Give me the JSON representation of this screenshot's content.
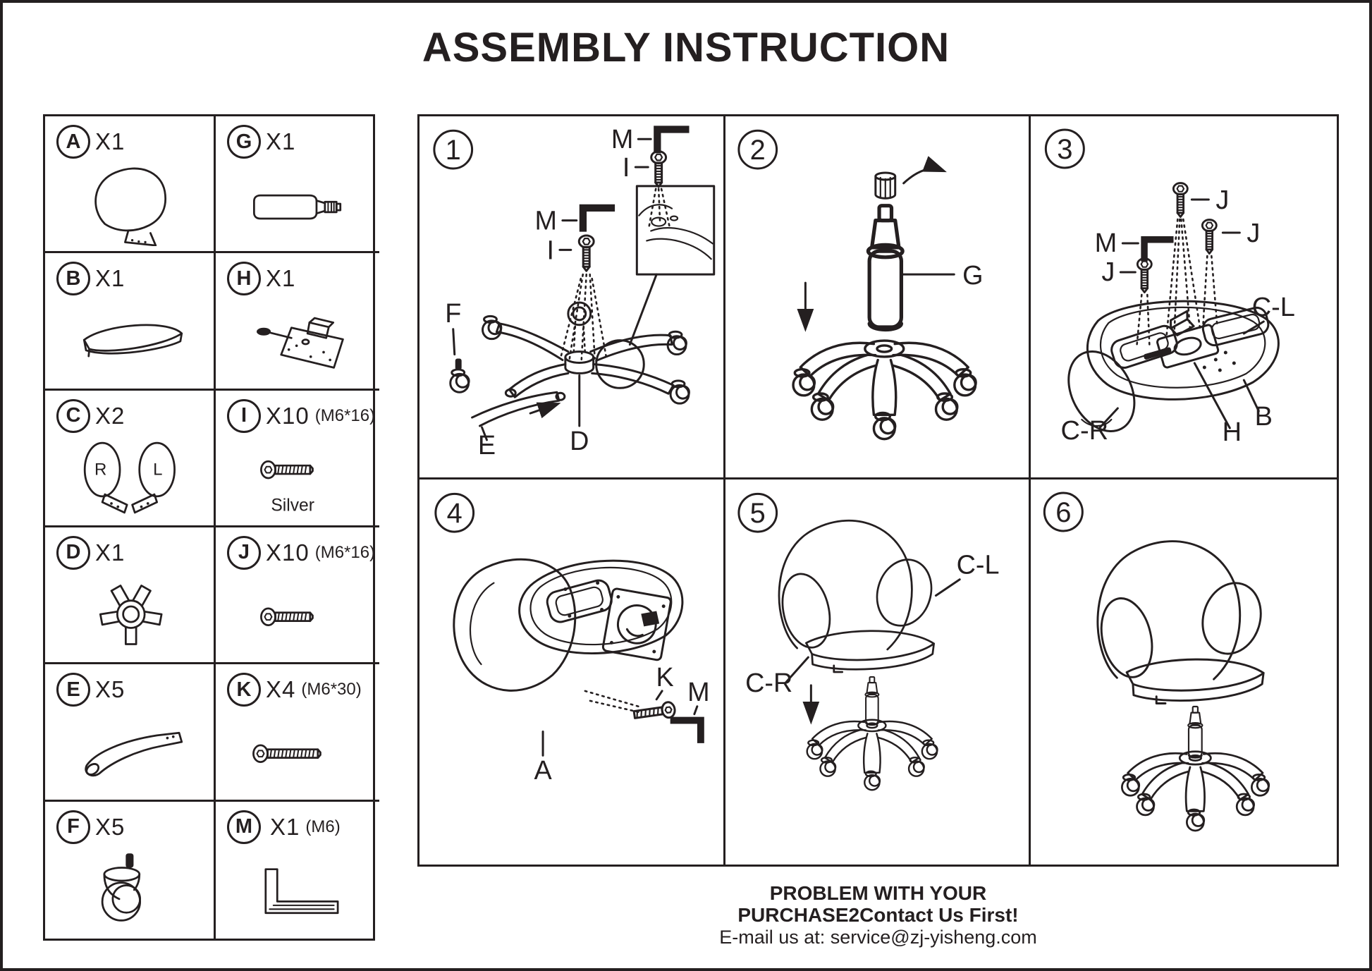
{
  "title": "ASSEMBLY INSTRUCTION",
  "parts": {
    "a": {
      "letter": "A",
      "qty": "X1"
    },
    "g": {
      "letter": "G",
      "qty": "X1"
    },
    "b": {
      "letter": "B",
      "qty": "X1"
    },
    "h": {
      "letter": "H",
      "qty": "X1"
    },
    "c": {
      "letter": "C",
      "qty": "X2",
      "tag_r": "R",
      "tag_l": "L"
    },
    "i": {
      "letter": "I",
      "qty": "X10",
      "spec": "(M6*16)",
      "note": "Silver"
    },
    "d": {
      "letter": "D",
      "qty": "X1"
    },
    "j": {
      "letter": "J",
      "qty": "X10",
      "spec": "(M6*16)"
    },
    "e": {
      "letter": "E",
      "qty": "X5"
    },
    "k": {
      "letter": "K",
      "qty": "X4",
      "spec": "(M6*30)"
    },
    "f": {
      "letter": "F",
      "qty": "X5"
    },
    "m": {
      "letter": "M",
      "qty": "X1",
      "spec": "(M6)"
    }
  },
  "steps": {
    "s1": {
      "num": "1",
      "m_top": "M",
      "i_top": "I",
      "m_mid": "M",
      "i_mid": "I",
      "f": "F",
      "e": "E",
      "d": "D"
    },
    "s2": {
      "num": "2",
      "g": "G"
    },
    "s3": {
      "num": "3",
      "j_top": "J",
      "j_right": "J",
      "j_left": "J",
      "m": "M",
      "cl": "C-L",
      "cr": "C-R",
      "h": "H",
      "b": "B"
    },
    "s4": {
      "num": "4",
      "k": "K",
      "m": "M",
      "a": "A"
    },
    "s5": {
      "num": "5",
      "cl": "C-L",
      "cr": "C-R"
    },
    "s6": {
      "num": "6"
    }
  },
  "footer": {
    "line1": "PROBLEM WITH YOUR",
    "line2": "PURCHASE2Contact Us First!",
    "line3": "E-mail us at: service@zj-yisheng.com"
  }
}
